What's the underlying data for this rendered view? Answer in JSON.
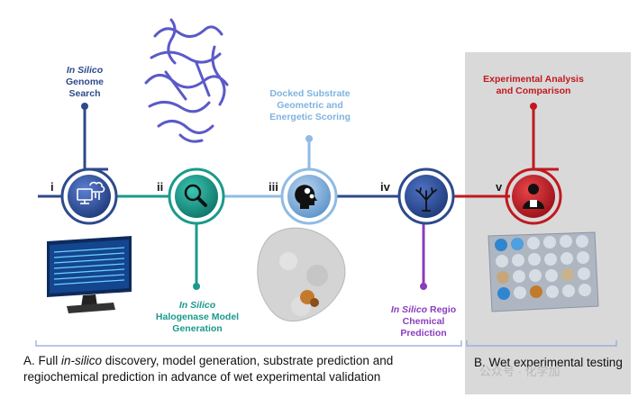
{
  "steps": [
    {
      "numeral": "i",
      "label_italic": "In Silico",
      "label_rest": "Genome Search",
      "color": "#2e4a8c"
    },
    {
      "numeral": "ii",
      "label_italic": "In Silico",
      "label_rest": "Halogenase Model Generation",
      "color": "#1a9a8c"
    },
    {
      "numeral": "iii",
      "label_italic": "",
      "label_rest": "Docked Substrate Geometric and Energetic Scoring",
      "color": "#7fb3e0"
    },
    {
      "numeral": "iv",
      "label_italic": "In Silico",
      "label_rest": "Regio Chemical Prediction",
      "color": "#8a3dbf"
    },
    {
      "numeral": "v",
      "label_italic": "",
      "label_rest": "Experimental Analysis and Comparison",
      "color": "#c0191f"
    }
  ],
  "caption_a": {
    "prefix": "A. Full ",
    "italic": "in-silico",
    "suffix": " discovery, model generation, substrate prediction and regiochemical prediction in advance of wet experimental validation"
  },
  "caption_b": "B.  Wet  experimental testing",
  "watermark": "公众号 · 化学加",
  "colors": {
    "genome": "#2e4a8c",
    "model": "#1a9a8c",
    "docking": "#7fb3e0",
    "regio": "#8a3dbf",
    "experimental": "#c0191f",
    "panel_gray": "#d9d9d9"
  },
  "icons": [
    "computer-cloud-icon",
    "magnifier-icon",
    "head-gears-icon",
    "tree-icon",
    "scientist-icon",
    "protein-ribbon-image",
    "binary-monitor-image",
    "protein-surface-image",
    "well-plate-image"
  ]
}
